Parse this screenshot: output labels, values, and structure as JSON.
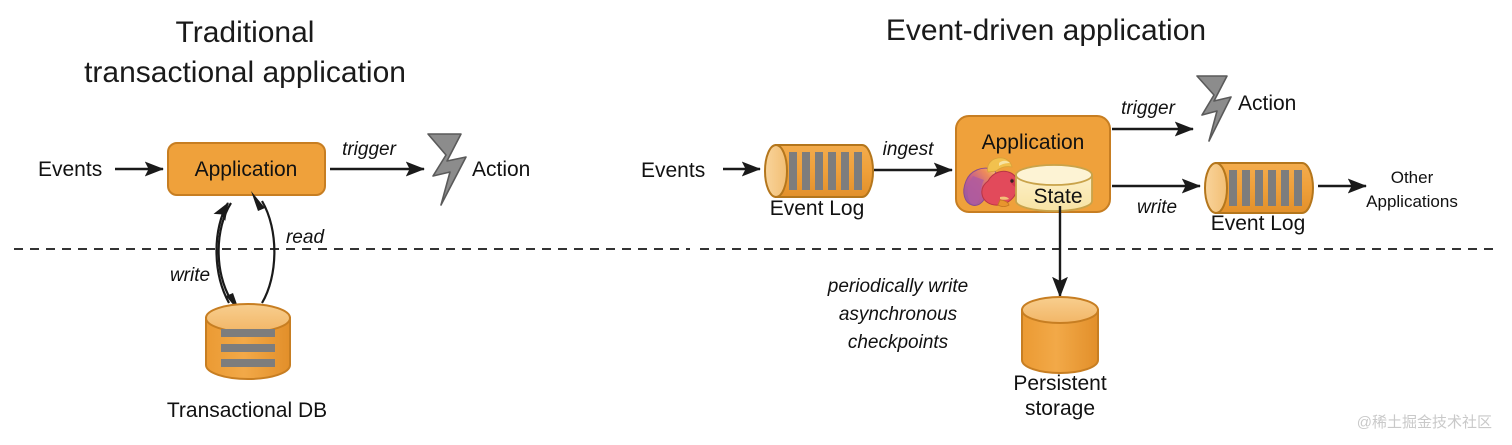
{
  "figure": {
    "type": "architecture-comparison-diagram",
    "background": "#ffffff",
    "watermark": "@稀土掘金技术社区"
  },
  "colors": {
    "orange_fill": "#EFA13B",
    "orange_stroke": "#C77E22",
    "orange_light_top": "#F6C680",
    "state_fill": "#FAE6B0",
    "state_stroke": "#C9A34A",
    "bolt_fill": "#8C8C8C",
    "bolt_stroke": "#5A5A5A",
    "bar_gray": "#7D7D7D",
    "line_dark": "#1A1A1A",
    "divider": "#333333",
    "flink_body": "#E24A5B",
    "flink_tail": "#9B5BA5",
    "flink_crest": "#F2C14E",
    "flink_acorn": "#E8952E"
  },
  "left_panel": {
    "title_line1": "Traditional",
    "title_line2": "transactional application",
    "events_label": "Events",
    "app_box_label": "Application",
    "trigger_label": "trigger",
    "action_label": "Action",
    "read_label": "read",
    "write_label": "write",
    "db_label": "Transactional DB"
  },
  "right_panel": {
    "title": "Event-driven application",
    "events_label": "Events",
    "input_log_label": "Event Log",
    "ingest_label": "ingest",
    "app_box_label": "Application",
    "state_label": "State",
    "trigger_label": "trigger",
    "action_label": "Action",
    "write_label": "write",
    "output_log_label": "Event Log",
    "other_apps_line1": "Other",
    "other_apps_line2": "Applications",
    "checkpoint_line1": "periodically write",
    "checkpoint_line2": "asynchronous",
    "checkpoint_line3": "checkpoints",
    "storage_line1": "Persistent",
    "storage_line2": "storage"
  }
}
